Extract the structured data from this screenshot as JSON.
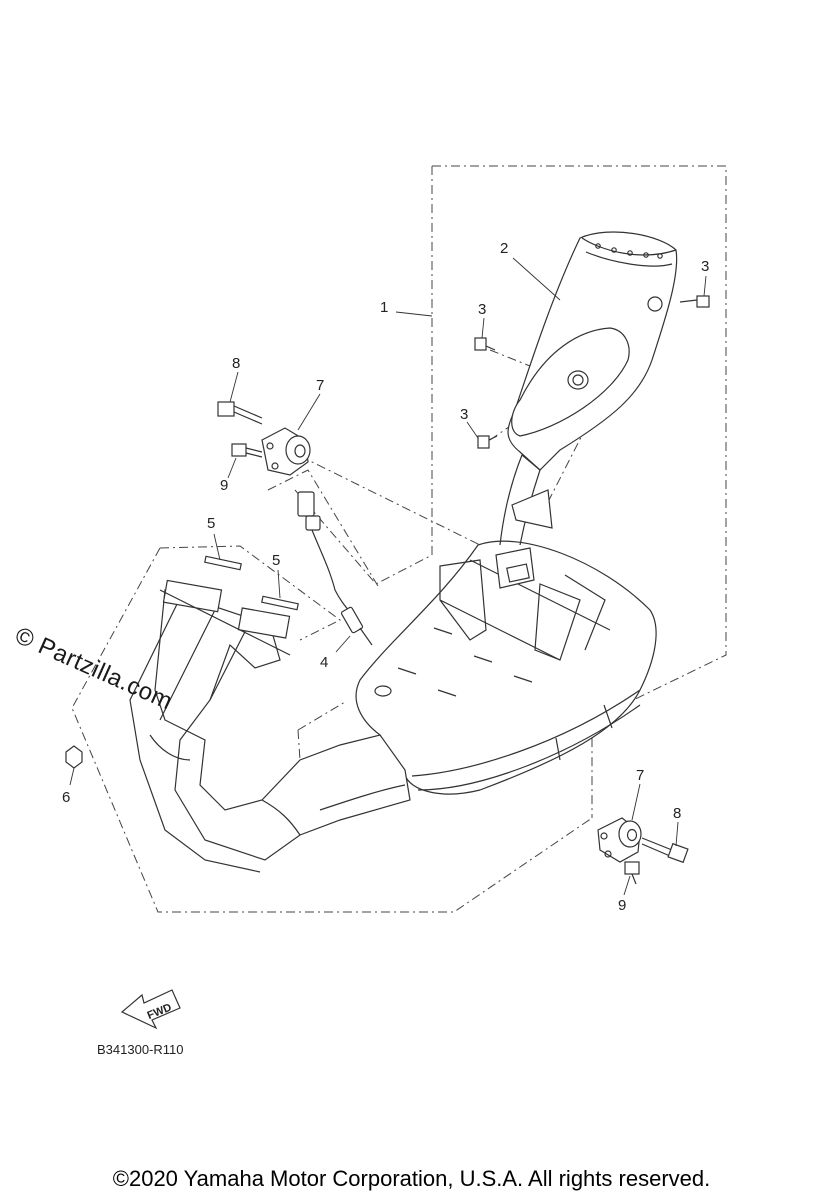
{
  "callouts": {
    "c1": "1",
    "c2": "2",
    "c3a": "3",
    "c3b": "3",
    "c3c": "3",
    "c4": "4",
    "c5a": "5",
    "c5b": "5",
    "c6": "6",
    "c7a": "7",
    "c7b": "7",
    "c8a": "8",
    "c8b": "8",
    "c9a": "9",
    "c9b": "9"
  },
  "fwd_label": "FWD",
  "diagram_code": "B341300-R110",
  "watermark": "© Partzilla.com",
  "copyright": "©2020 Yamaha Motor Corporation, U.S.A. All rights reserved."
}
